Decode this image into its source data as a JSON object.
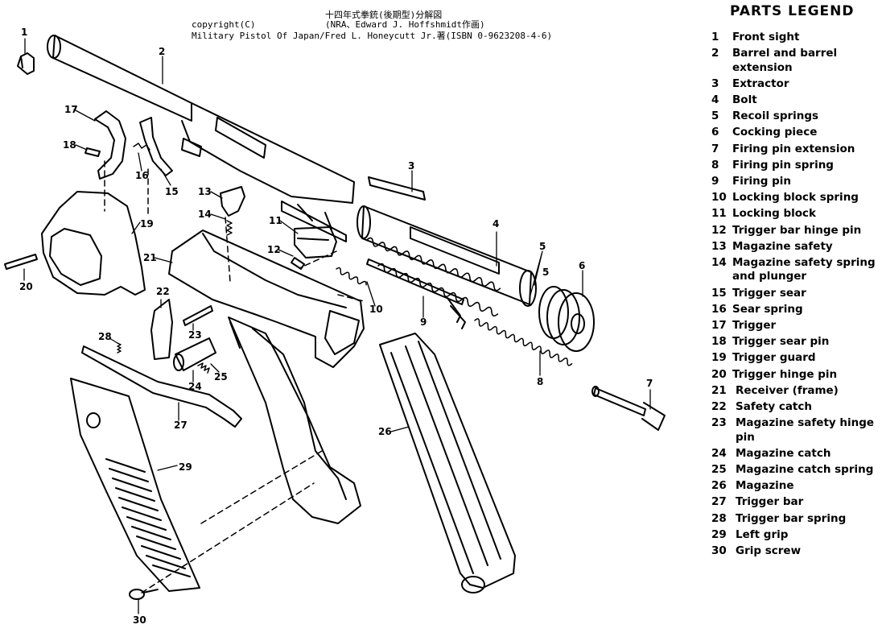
{
  "header": {
    "title": "十四年式拳銃(後期型)分解図",
    "copyright": "copyright(C)",
    "credit": "(NRA、Edward J. Hoffshmidt作画)",
    "source": "Military Pistol Of Japan/Fred L. Honeycutt Jr.著(ISBN 0-9623208-4-6)"
  },
  "legend": {
    "heading": "PARTS  LEGEND",
    "items": [
      {
        "num": "1",
        "label": "Front sight"
      },
      {
        "num": "2",
        "label": "Barrel and barrel extension"
      },
      {
        "num": "3",
        "label": "Extractor"
      },
      {
        "num": "4",
        "label": "Bolt"
      },
      {
        "num": "5",
        "label": "Recoil springs"
      },
      {
        "num": "6",
        "label": "Cocking piece"
      },
      {
        "num": "7",
        "label": "Firing pin extension"
      },
      {
        "num": "8",
        "label": "Firing pin spring"
      },
      {
        "num": "9",
        "label": "Firing pin"
      },
      {
        "num": "10",
        "label": "Locking block spring"
      },
      {
        "num": "11",
        "label": "Locking block"
      },
      {
        "num": "12",
        "label": "Trigger bar hinge pin"
      },
      {
        "num": "13",
        "label": "Magazine safety"
      },
      {
        "num": "14",
        "label": "Magazine safety spring and plunger"
      },
      {
        "num": "15",
        "label": "Trigger sear"
      },
      {
        "num": "16",
        "label": "Sear spring"
      },
      {
        "num": "17",
        "label": "Trigger"
      },
      {
        "num": "18",
        "label": "Trigger sear pin"
      },
      {
        "num": "19",
        "label": "Trigger guard"
      },
      {
        "num": "20",
        "label": "Trigger hinge pin"
      },
      {
        "num": "21",
        "label": "Receiver (frame)"
      },
      {
        "num": "22",
        "label": "Safety catch"
      },
      {
        "num": "23",
        "label": "Magazine safety hinge pin"
      },
      {
        "num": "24",
        "label": "Magazine catch"
      },
      {
        "num": "25",
        "label": "Magazine catch spring"
      },
      {
        "num": "26",
        "label": "Magazine"
      },
      {
        "num": "27",
        "label": "Trigger bar"
      },
      {
        "num": "28",
        "label": "Trigger bar spring"
      },
      {
        "num": "29",
        "label": "Left grip"
      },
      {
        "num": "30",
        "label": "Grip screw"
      }
    ]
  },
  "callouts": [
    "1",
    "2",
    "3",
    "4",
    "5",
    "5",
    "6",
    "7",
    "8",
    "9",
    "10",
    "11",
    "12",
    "13",
    "14",
    "15",
    "16",
    "17",
    "18",
    "19",
    "20",
    "21",
    "22",
    "23",
    "24",
    "25",
    "26",
    "27",
    "28",
    "29",
    "30"
  ]
}
